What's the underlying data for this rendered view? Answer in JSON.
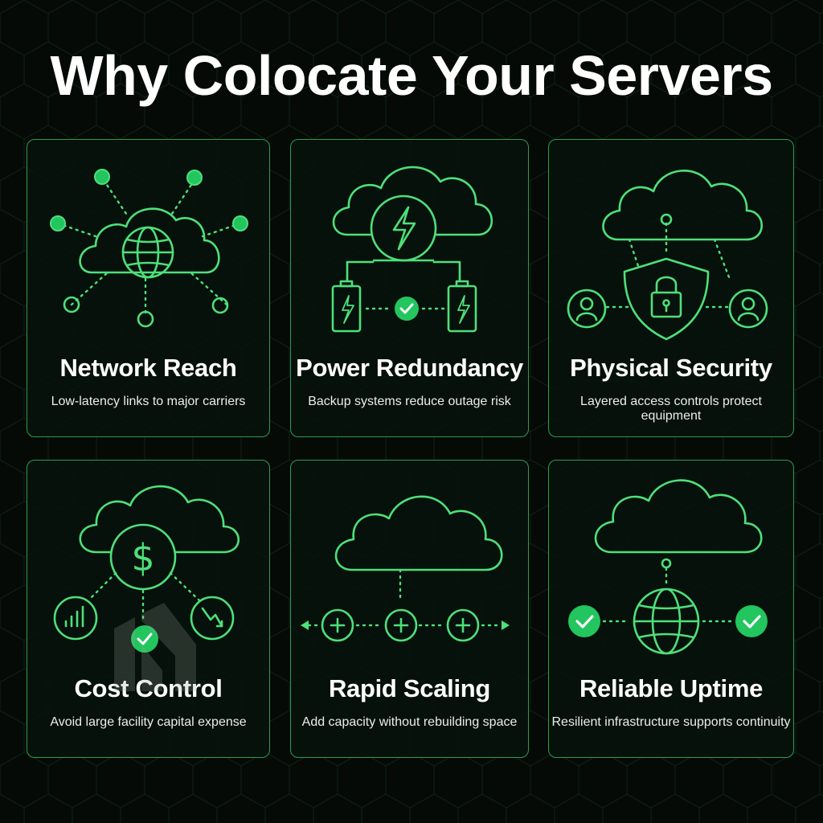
{
  "title": "Why Colocate Your Servers",
  "colors": {
    "accent": "#4ee07a",
    "check_fill": "#22c55e",
    "border": "#2f9a4d",
    "background": "#050a07"
  },
  "cards": [
    {
      "title": "Network Reach",
      "desc": "Low-latency links to major carriers",
      "icon": "cloud-network-globe-icon"
    },
    {
      "title": "Power Redundancy",
      "desc": "Backup systems reduce outage risk",
      "icon": "cloud-power-battery-icon"
    },
    {
      "title": "Physical Security",
      "desc": "Layered access controls protect equipment",
      "icon": "cloud-shield-lock-icon"
    },
    {
      "title": "Cost Control",
      "desc": "Avoid large facility capital expense",
      "icon": "cloud-dollar-chart-icon"
    },
    {
      "title": "Rapid Scaling",
      "desc": "Add capacity without rebuilding space",
      "icon": "cloud-scaling-plus-icon"
    },
    {
      "title": "Reliable Uptime",
      "desc": "Resilient infrastructure supports continuity",
      "icon": "cloud-globe-check-icon"
    }
  ]
}
